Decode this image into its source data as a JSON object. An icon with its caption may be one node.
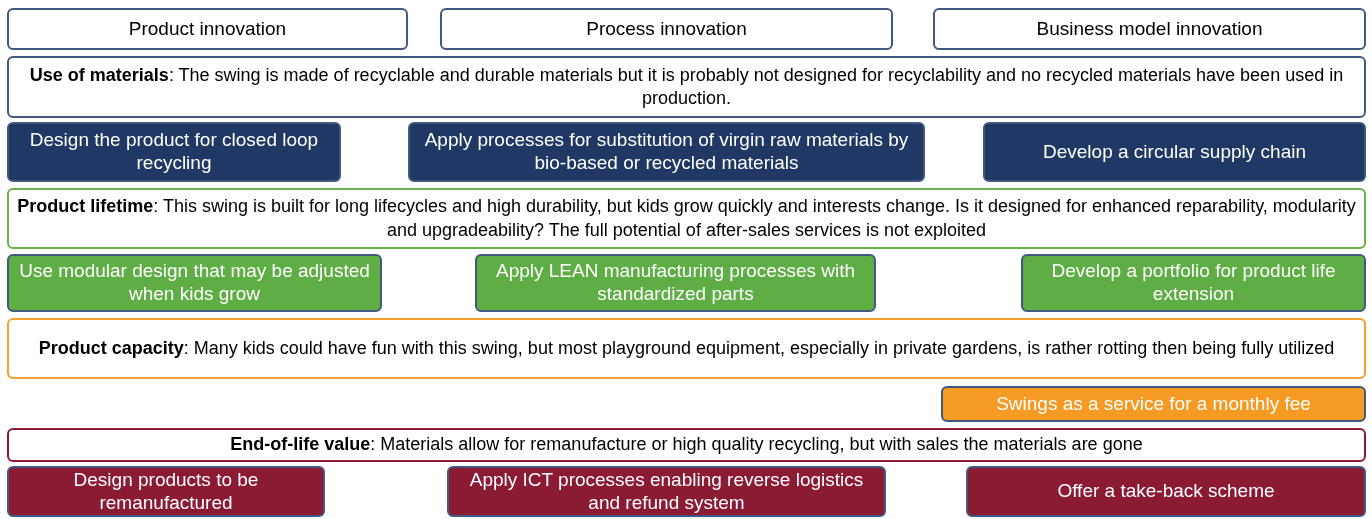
{
  "diagram": {
    "nodes": [
      {
        "text": [
          "Product innovation"
        ]
      },
      {
        "text": [
          "Process innovation"
        ]
      },
      {
        "text": [
          "Business model innovation"
        ]
      },
      {
        "text": [
          "**Use of materials**: The swing is made of recyclable and durable materials but it is probably not designed for recyclability and no recycled materials have been used in production."
        ]
      },
      {
        "text": [
          "Design the product for closed loop recycling"
        ]
      },
      {
        "text": [
          "Apply processes for substitution of virgin raw materials by bio-based or recycled materials"
        ]
      },
      {
        "text": [
          "Develop a circular supply chain"
        ]
      },
      {
        "text": [
          "**Product lifetime**: This swing is built for long lifecycles and high durability, but kids grow quickly and interests change. Is it designed for enhanced reparability, modularity and upgradeability? The full potential of after-sales services is not exploited"
        ]
      },
      {
        "text": [
          "Use modular design that may be adjusted when kids grow"
        ]
      },
      {
        "text": [
          "Apply LEAN manufacturing processes with standardized parts"
        ]
      },
      {
        "text": [
          "Develop a portfolio for product life extension"
        ]
      },
      {
        "text": [
          "**Product capacity**: Many kids could have fun with this swing, but most playground equipment, especially in private gardens, is rather rotting then being fully utilized"
        ]
      },
      {
        "text": [
          "Swings as a service for a monthly fee"
        ]
      },
      {
        "text": [
          "**End-of-life value**: Materials allow for remanufacture or high quality recycling, but with sales the materials are gone"
        ]
      },
      {
        "text": [
          "Design products to be remanufactured"
        ]
      },
      {
        "text": [
          "Apply ICT processes enabling reverse logistics and refund system"
        ]
      },
      {
        "text": [
          "Offer a take-back scheme"
        ]
      }
    ]
  }
}
